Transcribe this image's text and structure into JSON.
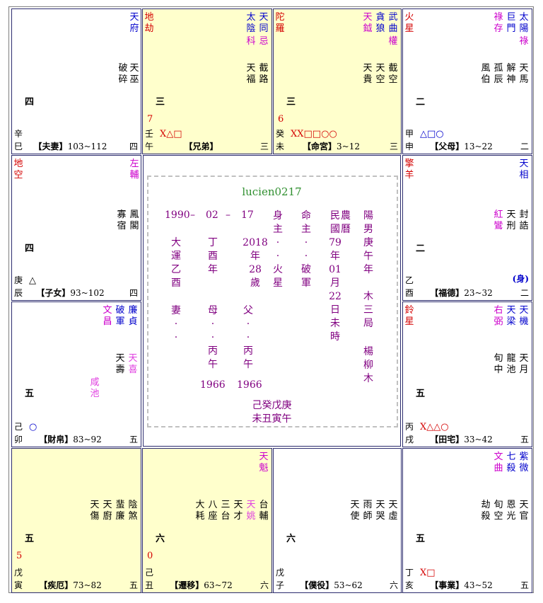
{
  "user": "lucien0217",
  "center": {
    "date": [
      "1990",
      "–",
      "02",
      "–",
      "17"
    ],
    "bodyMaster": [
      "身",
      "主",
      "·",
      "·",
      "火",
      "星"
    ],
    "lifeMaster": [
      "命",
      "主",
      "·",
      "·",
      "破",
      "軍"
    ],
    "calendar": [
      "民",
      "國",
      "79",
      "年",
      "01",
      "月",
      "22",
      "日",
      "未",
      "時"
    ],
    "calendar2": [
      "農",
      "曆"
    ],
    "gender": [
      "陽",
      "男",
      "庚",
      "午",
      "年"
    ],
    "bureau": [
      "木",
      "三",
      "局"
    ],
    "nayin": [
      "楊",
      "柳",
      "木"
    ],
    "decade": [
      "大",
      "運",
      "乙",
      "酉"
    ],
    "yearCol": [
      "丁",
      "酉",
      "年"
    ],
    "ageCol": [
      "2018",
      "年",
      "28",
      "歲"
    ],
    "wife": [
      "妻",
      "·",
      "·"
    ],
    "mother": [
      "母",
      "·",
      "·",
      "丙",
      "午"
    ],
    "father": [
      "父",
      "·",
      "·",
      "丙",
      "午"
    ],
    "motherYear": "1966",
    "fatherYear": "1966",
    "bazi1": "己癸戊庚",
    "bazi2": "未丑寅午"
  },
  "cells": [
    {
      "id": "si",
      "hl": false,
      "stem": "辛",
      "branch": "巳",
      "palace": "【夫妻】",
      "range": "103~112",
      "rnum": "四",
      "num": "四",
      "main": [
        [
          "府",
          "天"
        ]
      ],
      "mainColor": "blue",
      "minor": [
        [
          "碎",
          "破"
        ],
        [
          "巫",
          "天"
        ]
      ],
      "marks": "",
      "age": ""
    },
    {
      "id": "wu",
      "hl": true,
      "stem": "壬",
      "branch": "午",
      "palace": "【兄弟】",
      "range": "",
      "rnum": "三",
      "num": "三",
      "left": [
        "地",
        "劫"
      ],
      "main": [
        [
          "太",
          "陰"
        ],
        [
          "天",
          "同"
        ]
      ],
      "mainColor": "blue",
      "trans": [
        "科",
        "忌"
      ],
      "minor": [
        [
          "天",
          "福"
        ],
        [
          "截",
          "路"
        ]
      ],
      "marks": "X△□",
      "age": "7"
    },
    {
      "id": "wei",
      "hl": true,
      "stem": "癸",
      "branch": "未",
      "palace": "【命宮】",
      "range": "3~12",
      "rnum": "三",
      "num": "三",
      "left": [
        "陀",
        "羅"
      ],
      "main": [
        [
          "天",
          "鉞"
        ],
        [
          "貪",
          "狼"
        ],
        [
          "武",
          "曲"
        ]
      ],
      "trans3": "權",
      "minor": [
        [
          "天",
          "貴"
        ],
        [
          "天",
          "空"
        ],
        [
          "截",
          "空"
        ]
      ],
      "marks": "XX□□○○",
      "age": "6"
    },
    {
      "id": "shen",
      "hl": false,
      "stem": "甲",
      "branch": "申",
      "palace": "【父母】",
      "range": "13~22",
      "rnum": "二",
      "num": "二",
      "left": [
        "火",
        "星"
      ],
      "main": [
        [
          "祿",
          "存"
        ],
        [
          "巨",
          "門"
        ],
        [
          "太",
          "陽"
        ]
      ],
      "trans3": "祿",
      "minor": [
        [
          "風",
          "伯"
        ],
        [
          "孤",
          "辰"
        ],
        [
          "解",
          "神"
        ],
        [
          "天",
          "馬"
        ]
      ],
      "marks": "△□○",
      "age": ""
    },
    {
      "id": "chen",
      "hl": false,
      "stem": "庚",
      "branch": "辰",
      "palace": "【子女】",
      "range": "93~102",
      "rnum": "四",
      "num": "四",
      "left": [
        "地",
        "空"
      ],
      "main": [
        [
          "左",
          "輔"
        ]
      ],
      "minor": [
        [
          "寡",
          "宿"
        ],
        [
          "鳳",
          "閣"
        ]
      ],
      "marks": "△",
      "age": ""
    },
    {
      "id": "you",
      "hl": false,
      "stem": "乙",
      "branch": "酉",
      "palace": "【福德】",
      "range": "23~32",
      "rnum": "二",
      "num": "二",
      "left": [
        "擎",
        "羊"
      ],
      "main": [
        [
          "天",
          "相"
        ]
      ],
      "minor": [
        [
          "紅",
          "鸞"
        ],
        [
          "天",
          "刑"
        ],
        [
          "封",
          "誥"
        ]
      ],
      "marks": "",
      "age": "",
      "body": "(身)"
    },
    {
      "id": "mao",
      "hl": false,
      "stem": "己",
      "branch": "卯",
      "palace": "【財帛】",
      "range": "83~92",
      "rnum": "五",
      "num": "五",
      "main": [
        [
          "文",
          "昌"
        ],
        [
          "破",
          "軍"
        ],
        [
          "廉",
          "貞"
        ]
      ],
      "minor": [
        [
          "天",
          "壽"
        ],
        [
          "天",
          "喜"
        ]
      ],
      "extra": [
        "咸",
        "池"
      ],
      "marks": "○",
      "age": ""
    },
    {
      "id": "xu",
      "hl": false,
      "stem": "丙",
      "branch": "戌",
      "palace": "【田宅】",
      "range": "33~42",
      "rnum": "五",
      "num": "五",
      "left": [
        "鈴",
        "星"
      ],
      "main": [
        [
          "右",
          "弼"
        ],
        [
          "天",
          "梁"
        ],
        [
          "天",
          "機"
        ]
      ],
      "minor": [
        [
          "旬",
          "中"
        ],
        [
          "龍",
          "池"
        ],
        [
          "天",
          "月"
        ]
      ],
      "marks": "X△△○",
      "age": ""
    },
    {
      "id": "yin",
      "hl": true,
      "stem": "戊",
      "branch": "寅",
      "palace": "【疾厄】",
      "range": "73~82",
      "rnum": "五",
      "num": "五",
      "main": [],
      "minor": [
        [
          "天",
          "傷"
        ],
        [
          "天",
          "廚"
        ],
        [
          "蜚",
          "廉"
        ],
        [
          "陰",
          "煞"
        ]
      ],
      "marks": "",
      "age": "5"
    },
    {
      "id": "chou",
      "hl": true,
      "stem": "己",
      "branch": "丑",
      "palace": "【遷移】",
      "range": "63~72",
      "rnum": "六",
      "num": "六",
      "main": [
        [
          "天",
          "魁"
        ]
      ],
      "minor": [
        [
          "大",
          "耗"
        ],
        [
          "八",
          "座"
        ],
        [
          "三",
          "台"
        ],
        [
          "天",
          "才"
        ],
        [
          "天",
          "姚"
        ],
        [
          "台",
          "輔"
        ]
      ],
      "marks": "",
      "age": "0"
    },
    {
      "id": "zi",
      "hl": false,
      "stem": "戊",
      "branch": "子",
      "palace": "【僕役】",
      "range": "53~62",
      "rnum": "六",
      "num": "六",
      "main": [],
      "minor": [
        [
          "天",
          "使"
        ],
        [
          "雨",
          "師"
        ],
        [
          "天",
          "哭"
        ],
        [
          "天",
          "虛"
        ]
      ],
      "marks": "",
      "age": ""
    },
    {
      "id": "hai",
      "hl": false,
      "stem": "丁",
      "branch": "亥",
      "palace": "【事業】",
      "range": "43~52",
      "rnum": "五",
      "num": "五",
      "main": [
        [
          "文",
          "曲"
        ],
        [
          "七",
          "殺"
        ],
        [
          "紫",
          "微"
        ]
      ],
      "minor": [
        [
          "劫",
          "殺"
        ],
        [
          "旬",
          "空"
        ],
        [
          "恩",
          "光"
        ],
        [
          "天",
          "官"
        ]
      ],
      "marks": "X□",
      "age": ""
    }
  ]
}
